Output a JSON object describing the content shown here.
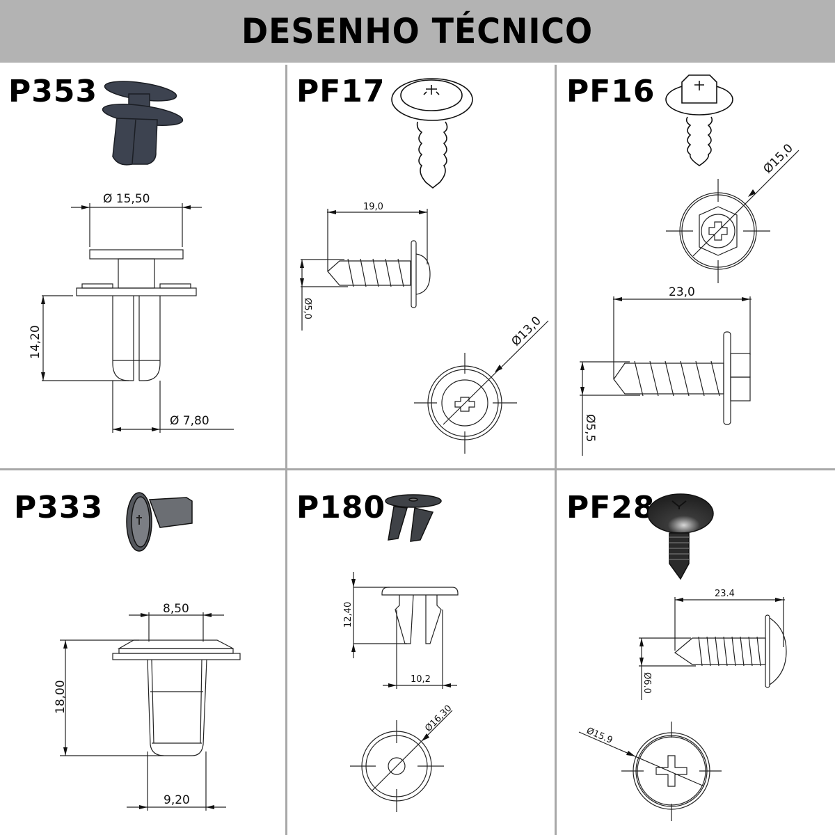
{
  "header": {
    "title": "DESENHO TÉCNICO",
    "background": "#b3b3b3"
  },
  "grid": {
    "columns": 3,
    "rows": 2,
    "divider_color": "#a8a8a8"
  },
  "parts": [
    {
      "code": "P353",
      "type": "push-rivet clip",
      "dimensions": {
        "head_diameter": "Ø 15,50",
        "length": "14,20",
        "shank_diameter": "Ø 7,80"
      }
    },
    {
      "code": "PF17",
      "type": "phillips flange screw",
      "dimensions": {
        "length": "19,0",
        "thread_diameter": "Ø5,0",
        "head_diameter": "Ø13,0"
      }
    },
    {
      "code": "PF16",
      "type": "hex flange phillips screw",
      "dimensions": {
        "head_diameter": "Ø15,0",
        "length": "23,0",
        "thread_diameter": "Ø5,5"
      }
    },
    {
      "code": "P333",
      "type": "square nut insert",
      "dimensions": {
        "top_width": "8,50",
        "height": "18,00",
        "bottom_width": "9,20"
      }
    },
    {
      "code": "P180",
      "type": "snap clip",
      "dimensions": {
        "height": "12,40",
        "width": "10,2",
        "head_diameter": "Ø16,30"
      }
    },
    {
      "code": "PF28",
      "type": "truss head phillips screw",
      "dimensions": {
        "length": "23.4",
        "thread_diameter": "Ø6.0",
        "head_diameter": "Ø15.9"
      }
    }
  ]
}
